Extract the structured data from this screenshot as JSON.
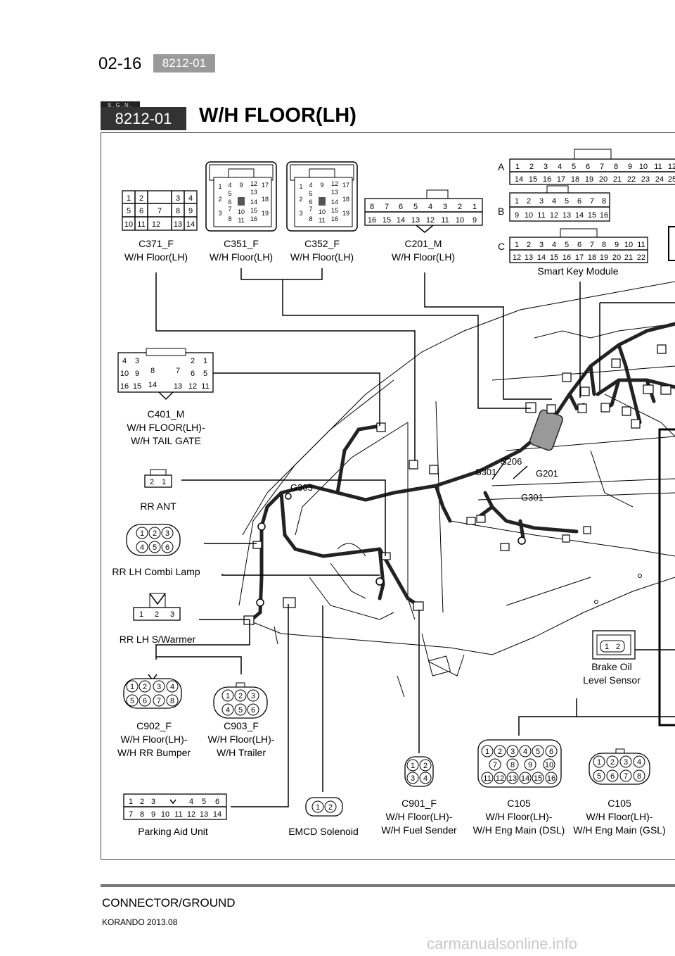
{
  "header": {
    "page_number": "02-16",
    "code": "8212-01"
  },
  "section": {
    "sgn": "S.G.N.",
    "code": "8212-01",
    "title": "W/H FLOOR(LH)"
  },
  "connectors": {
    "c371": {
      "id": "C371_F",
      "desc": "W/H Floor(LH)"
    },
    "c351": {
      "id": "C351_F",
      "desc": "W/H Floor(LH)"
    },
    "c352": {
      "id": "C352_F",
      "desc": "W/H Floor(LH)"
    },
    "c201": {
      "id": "C201_M",
      "desc": "W/H Floor(LH)"
    },
    "smart_key": {
      "name": "Smart Key Module",
      "rows": [
        "A",
        "B",
        "C"
      ]
    },
    "c401": {
      "id": "C401_M",
      "desc1": "W/H FLOOR(LH)-",
      "desc2": "W/H TAIL GATE"
    },
    "rr_ant": {
      "name": "RR ANT"
    },
    "rr_combi": {
      "name": "RR LH Combi Lamp"
    },
    "rr_warmer": {
      "name": "RR LH S/Warmer"
    },
    "c902": {
      "id": "C902_F",
      "desc1": "W/H Floor(LH)-",
      "desc2": "W/H RR Bumper"
    },
    "c903": {
      "id": "C903_F",
      "desc1": "W/H Floor(LH)-",
      "desc2": "W/H Trailer"
    },
    "parking": {
      "name": "Parking Aid Unit"
    },
    "emcd": {
      "name": "EMCD Solenoid"
    },
    "c901": {
      "id": "C901_F",
      "desc1": "W/H Floor(LH)-",
      "desc2": "W/H Fuel Sender"
    },
    "c105_dsl": {
      "id": "C105",
      "desc1": "W/H Floor(LH)-",
      "desc2": "W/H Eng Main (DSL)"
    },
    "c105_gsl": {
      "id": "C105",
      "desc1": "W/H Floor(LH)-",
      "desc2": "W/H Eng Main (GSL)"
    },
    "brake_oil": {
      "name1": "Brake Oil",
      "name2": "Level Sensor"
    }
  },
  "grounds": {
    "g303": "G303",
    "s301": "S301",
    "s206": "S206",
    "g201": "G201",
    "g301": "G301"
  },
  "footer": {
    "title": "CONNECTOR/GROUND",
    "subtitle": "KORANDO 2013.08"
  },
  "watermark": "carmanualsonline.info"
}
